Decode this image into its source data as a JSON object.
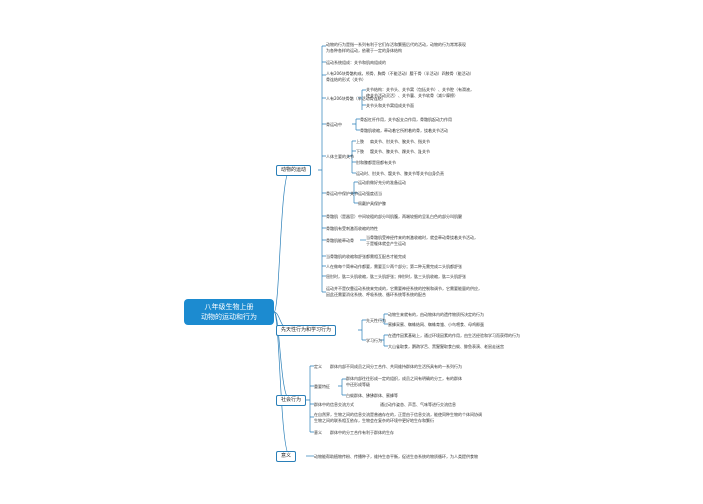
{
  "root": {
    "line1": "八年级生物上册",
    "line2": "动物的运动和行为"
  },
  "branches": {
    "movement": {
      "label": "动物的运动",
      "items": [
        "动物的行为是指一系列有利于它们存活和繁殖后代的活动，动物的行为常常表现",
        "为各种各样的运动，依赖于一定的身体结构",
        "运动系统组成：关节和肌肉组成的",
        "人有206块骨骼构成，颅骨、胸骨（不能活动）腰干骨（半活动）四肢骨（能活动）",
        "骨连结的形式（关节）",
        "人有206块骨骼（半活动骨连结）",
        "关节结构：关节头、关节窝（包括关节）、关节腔（有滑液，",
        "使关节活动灵活）、关节囊、关节软骨（减少摩擦）",
        "关节头和关节窝组成关节面",
        "骨运动中",
        "骨起杠杆作用，关节起支点作用，骨骼肌起动力作用",
        "骨骼肌收缩，牵动着它所附着的骨，绕着关节活动",
        "人体主要的关节",
        "上肢",
        "肩关节、肘关节、腕关节、指关节",
        "下肢",
        "髋关节、膝关节、踝关节、趾关节",
        "肘和膝都是屈都有关节",
        "运动时、肘关节、髋关节、膝关节等关节自身负责",
        "骨运动中保护关节",
        "运动前做好充分的准备运动",
        "运动强度适当",
        "佩戴护具保护膝",
        "骨骼肌（是器官）中间较粗的部分叫肌腹，两端较细的呈乳白色的部分叫肌腱",
        "骨骼肌有受刺激而收缩的特性",
        "骨骼肌能牵动骨",
        "当骨骼肌受神经传来的刺激收缩时，就会牵动骨绕着关节活动，",
        "于是躯体就会产生运动",
        "当骨骼肌的收缩和舒张都需相互配合才能完成",
        "人在做每个简单动作都要，需要至少两个部分；第二种无需完成二头肌都舒张",
        "屈肘时，肱二头肌收缩，肱三头肌舒张；伸肘时，肱三头肌收缩，肱二头肌舒张",
        "运动并不是仅靠运动系统来完成的，它需要神经系统的控制和调节，它需要能量的供应，",
        "因此还需要消化系统、呼吸系统、循环系统等系统的配合"
      ]
    },
    "behavior": {
      "label": "先天性行为和学习行为",
      "items": [
        "先天性行为",
        "动物生来就有的，由动物体内的遗传物质所决定的行为",
        "蜜蜂采蜜、蜘蛛结网、蜘蛛育雏、小鸟喂食、母鸡孵蛋",
        "学习行为",
        "在遗传因素基础上，通过环境因素的作用，由生活经验和学习而获得的行为",
        "大山雀取食，鹦鹉学舌、黑猩猩取食白蚁、鲸鱼表演、老鼠走迷宫"
      ]
    },
    "social": {
      "label": "社会行为",
      "items": [
        "定义",
        "群体内部不同成员之间分工合作、共同维持群体的生活所具有的一系列行为",
        "重要特征",
        "群体内部往往形成一定的组织，成员之间有明确的分工，有的群体",
        "中还形成等级",
        "白蚁群体、狒狒群体、蜜蜂等",
        "群体中的信息交流方式",
        "通过动作姿态、声音、气味等进行交流信息",
        "在自然界，生物之间的信息交流是普遍存在的，正是由于信息交流，能使同种生物的个体间协调",
        "生物之间的联系相互依存，生物会在复杂的环境中更好地生存和繁衍",
        "意义",
        "群体中的分工合作有利于群体的生存"
      ]
    },
    "meaning": {
      "label": "意义",
      "items": [
        "动物能帮助植物传粉、传播种子，维持生态平衡，促进生态系统的物质循环，为人类提供食物"
      ]
    }
  },
  "colors": {
    "line": "#2a7fb8",
    "root": "#1c8bd0"
  }
}
